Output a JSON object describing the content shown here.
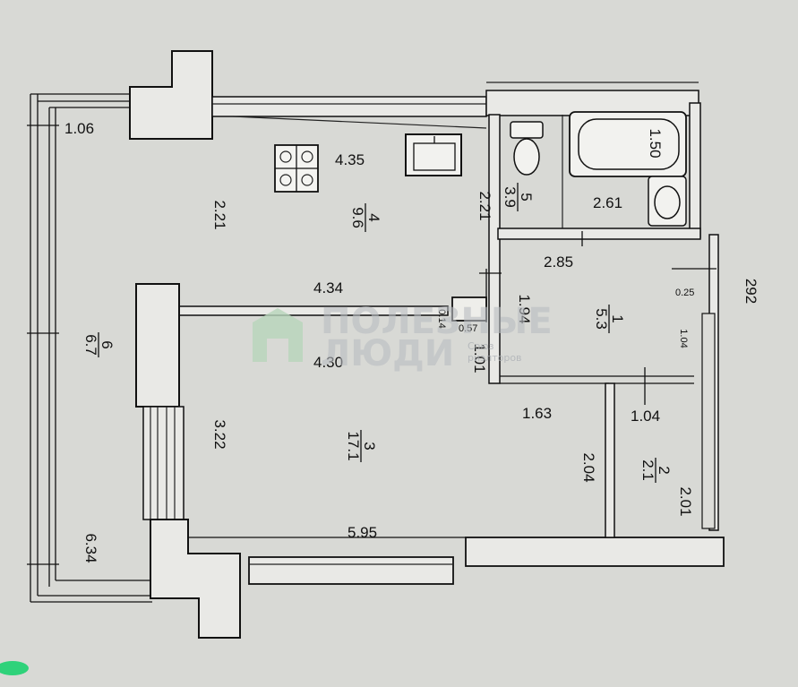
{
  "rooms": [
    {
      "id": "r1",
      "number": "1",
      "area": "5.3"
    },
    {
      "id": "r2",
      "number": "2",
      "area": "2.1"
    },
    {
      "id": "r3",
      "number": "3",
      "area": "17.1"
    },
    {
      "id": "r4",
      "number": "4",
      "area": "9.6"
    },
    {
      "id": "r5",
      "number": "5",
      "area": "3.9"
    },
    {
      "id": "r6",
      "number": "6",
      "area": "6.7"
    }
  ],
  "dimensions": {
    "balcony_top": "1.06",
    "balcony_left": "2.21",
    "balcony_bottom": "6.34",
    "kitchen_width": "4.35",
    "kitchen_height": "2.21",
    "kitchen_bottom": "4.34",
    "room_width": "4.30",
    "room_height": "3.22",
    "room_bottom": "5.95",
    "bath_tub": "1.50",
    "bath_width": "2.61",
    "hall_width": "2.85",
    "hall_height": "1.94",
    "hall_right_top": "0.25",
    "hall_right_side": "1.04",
    "outer_right": "292",
    "niche": "0.57",
    "niche_side": "0.14",
    "niche_bottom": "1.01",
    "corridor_bottom": "1.63",
    "corridor_height": "2.04",
    "wc_width": "1.04",
    "wc_height": "2.01"
  },
  "watermark": {
    "line1": "ПОЛЕЗНЫЕ",
    "line2": "ЛЮДИ",
    "sub1": "Союз",
    "sub2": "риэлторов"
  }
}
